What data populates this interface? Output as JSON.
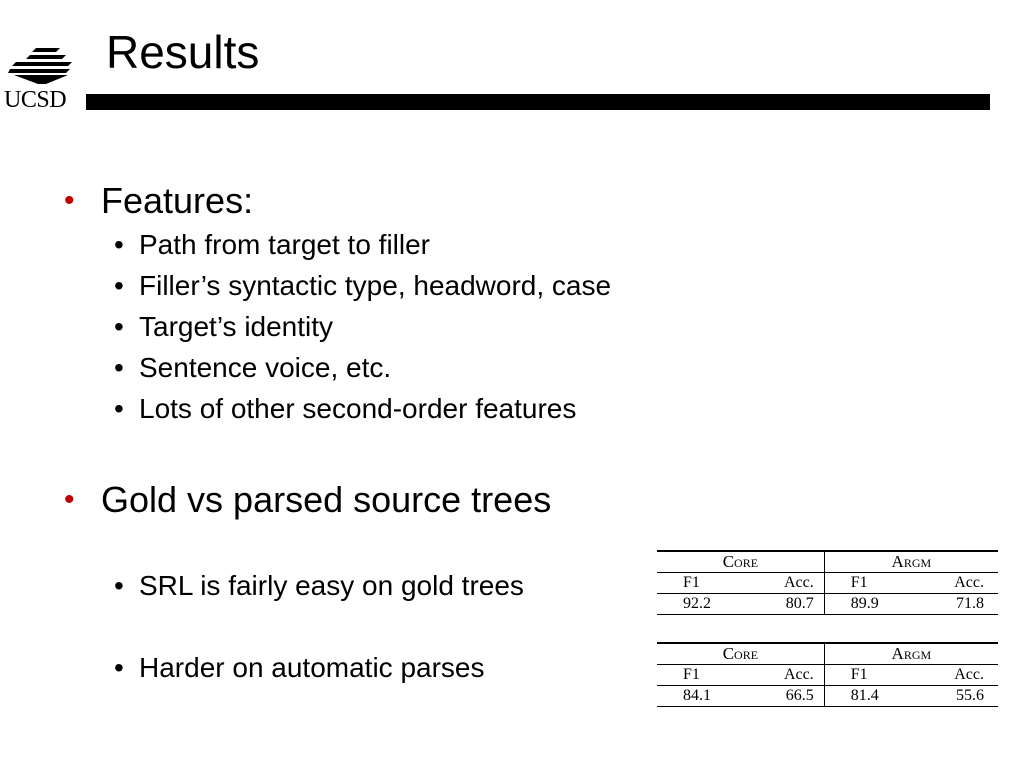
{
  "slide": {
    "title": "Results",
    "logo_text": "UCSD",
    "logo_icon": "ucsd-logo-icon",
    "bullet_color": "#c00000"
  },
  "bullets": [
    {
      "text": "Features:",
      "children": [
        "Path from target to filler",
        "Filler’s syntactic type, headword, case",
        "Target’s identity",
        "Sentence voice, etc.",
        "Lots of other second-order features"
      ]
    },
    {
      "text": "Gold vs parsed source trees",
      "children": [
        "SRL is fairly easy on gold trees",
        "Harder on automatic parses"
      ]
    }
  ],
  "tables": [
    {
      "groups": [
        "Core",
        "Argm"
      ],
      "columns": [
        "F1",
        "Acc.",
        "F1",
        "Acc."
      ],
      "values": [
        "92.2",
        "80.7",
        "89.9",
        "71.8"
      ]
    },
    {
      "groups": [
        "Core",
        "Argm"
      ],
      "columns": [
        "F1",
        "Acc.",
        "F1",
        "Acc."
      ],
      "values": [
        "84.1",
        "66.5",
        "81.4",
        "55.6"
      ]
    }
  ]
}
